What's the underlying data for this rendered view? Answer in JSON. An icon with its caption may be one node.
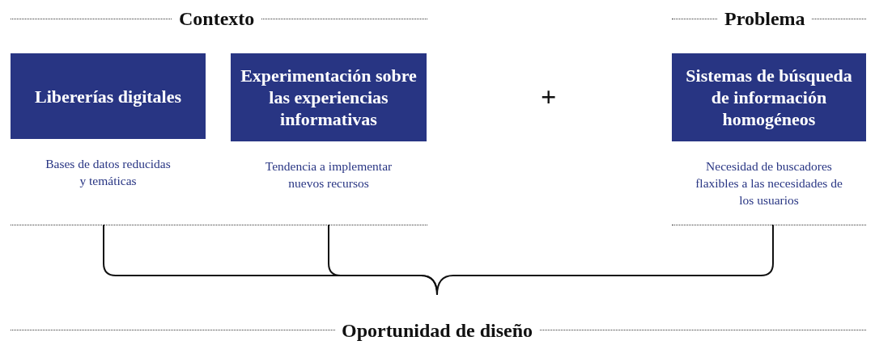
{
  "diagram": {
    "nodes": [
      {
        "text": [
          "Libererías digitales"
        ],
        "beside": [
          "Bases de datos reducidas y temáticas"
        ]
      },
      {
        "text": [
          "Experimentación sobre las experiencias informativas"
        ],
        "beside": [
          "Tendencia a implementar nuevos recursos"
        ]
      },
      {
        "text": [
          "Sistemas de búsqueda de información homogéneos"
        ],
        "beside": [
          "Necesidad de buscadores flaxibles a las necesidades de los usuarios"
        ]
      },
      {
        "text": [
          "Oportunidad de diseño"
        ]
      }
    ],
    "edges": [
      {
        "from": 0,
        "to": 3,
        "arrow": "none"
      },
      {
        "from": 1,
        "to": 3,
        "arrow": "none"
      },
      {
        "from": 2,
        "to": 3,
        "arrow": "none"
      }
    ],
    "labels": [
      "Contexto",
      "Problema",
      "+"
    ]
  }
}
